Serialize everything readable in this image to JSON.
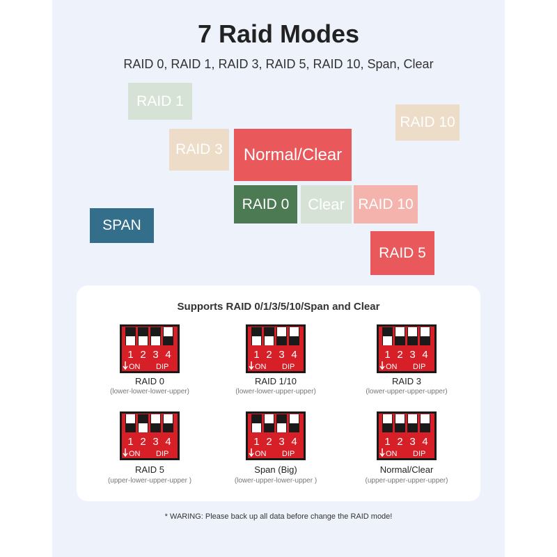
{
  "title": "7 Raid Modes",
  "subtitle": "RAID 0, RAID 1, RAID 3, RAID 5, RAID 10, Span, Clear",
  "tiles": [
    {
      "label": "RAID 1",
      "color": "#d6e2d6"
    },
    {
      "label": "RAID 10",
      "color": "#ecdcc8"
    },
    {
      "label": "RAID 3",
      "color": "#ecdcc8"
    },
    {
      "label": "Normal/Clear",
      "color": "#e9585a"
    },
    {
      "label": "RAID 0",
      "color": "#4c7a52"
    },
    {
      "label": "Clear",
      "color": "#d6e2d6"
    },
    {
      "label": "RAID 10",
      "color": "#f4b3ad"
    },
    {
      "label": "SPAN",
      "color": "#336e8a"
    },
    {
      "label": "RAID 5",
      "color": "#e9585a"
    }
  ],
  "supports_title": "Supports RAID 0/1/3/5/10/Span and Clear",
  "dip_labels": {
    "numbers": [
      "1",
      "2",
      "3",
      "4"
    ],
    "on": "ON",
    "dip": "DIP"
  },
  "modes": [
    {
      "name": "RAID 0",
      "positions": "(lower-lower-lower-upper)",
      "switches": [
        0,
        0,
        0,
        1
      ]
    },
    {
      "name": "RAID 1/10",
      "positions": "(lower-lower-upper-upper)",
      "switches": [
        0,
        0,
        1,
        1
      ]
    },
    {
      "name": "RAID 3",
      "positions": "(lower-upper-upper-upper)",
      "switches": [
        0,
        1,
        1,
        1
      ]
    },
    {
      "name": "RAID 5",
      "positions": "(upper-lower-upper-upper )",
      "switches": [
        1,
        0,
        1,
        1
      ]
    },
    {
      "name": "Span (Big)",
      "positions": "(lower-upper-lower-upper )",
      "switches": [
        0,
        1,
        0,
        1
      ]
    },
    {
      "name": "Normal/Clear",
      "positions": "(upper-upper-upper-upper)",
      "switches": [
        1,
        1,
        1,
        1
      ]
    }
  ],
  "warning": "* WARING: Please back up all data before change the RAID mode!"
}
